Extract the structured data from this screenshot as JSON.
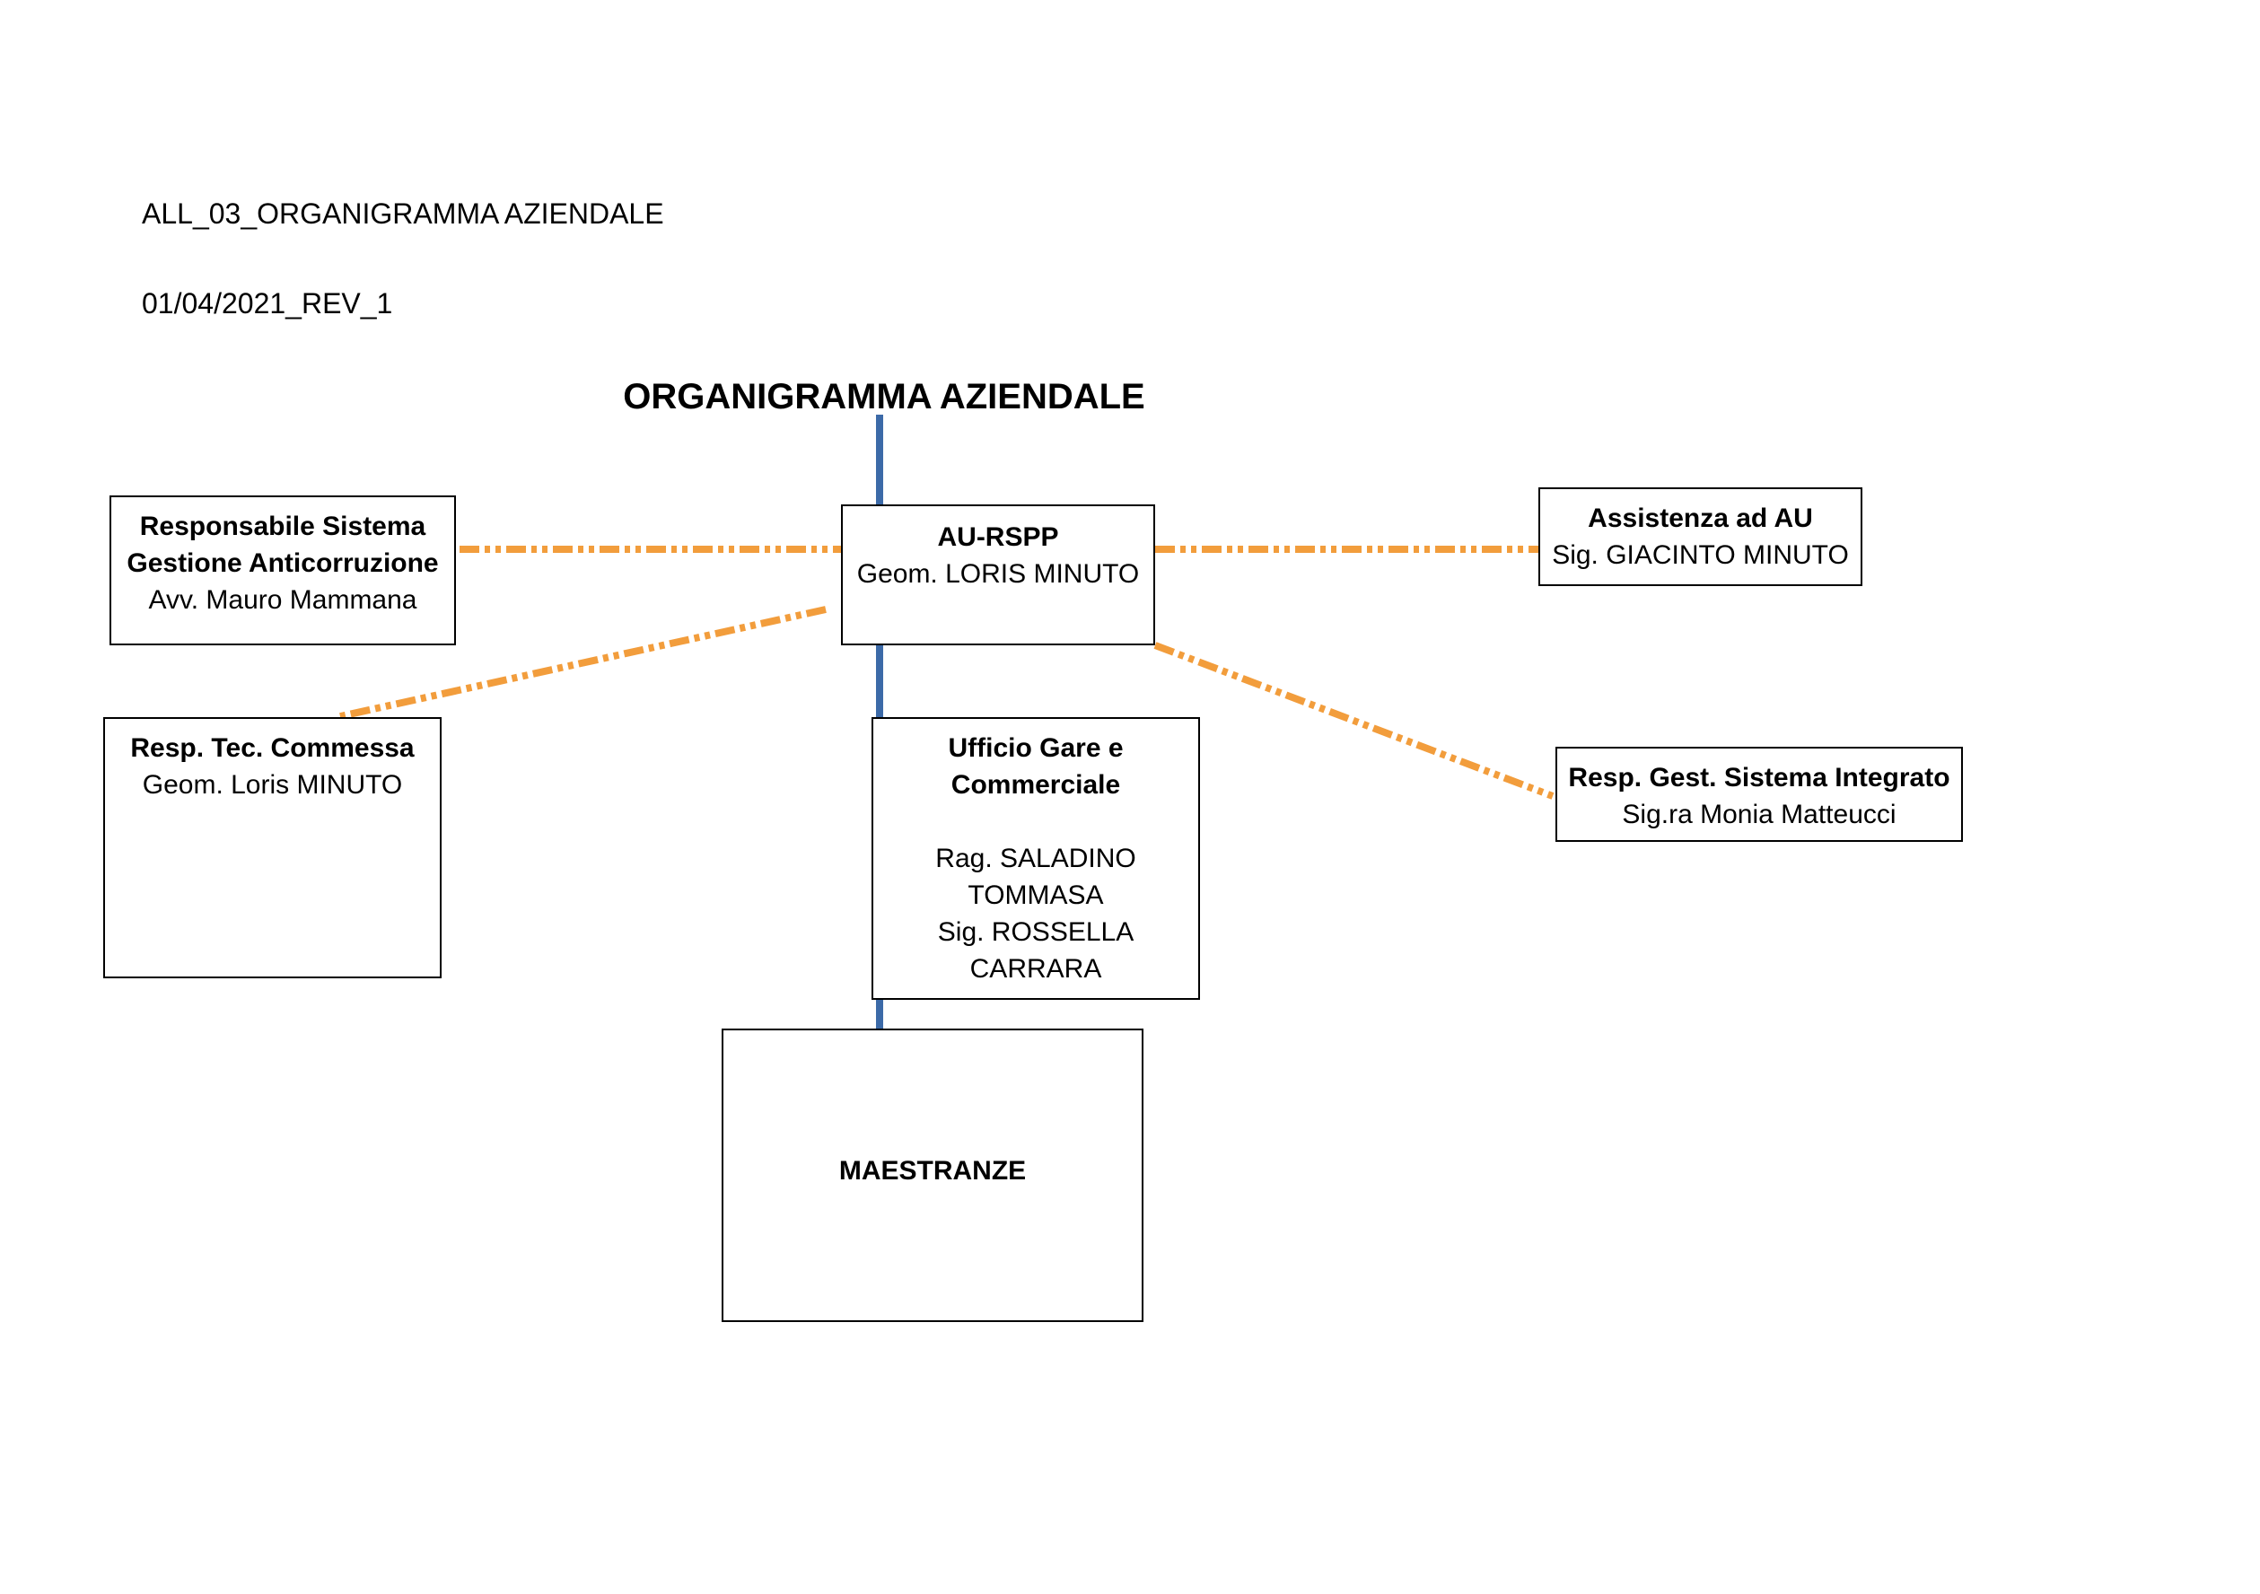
{
  "document": {
    "code": "ALL_03_ORGANIGRAMMA AZIENDALE",
    "revision": "01/04/2021_REV_1"
  },
  "title": "ORGANIGRAMMA AZIENDALE",
  "colors": {
    "hierarchy_line": "#3c6aa8",
    "staff_dashed_line": "#f29d3c",
    "box_border": "#000000"
  },
  "nodes": {
    "au_rspp": {
      "role": "AU-RSPP",
      "person": "Geom. LORIS MINUTO"
    },
    "anticorruzione": {
      "role_line1": "Responsabile Sistema",
      "role_line2": "Gestione Anticorruzione",
      "person": "Avv. Mauro Mammana"
    },
    "assistenza": {
      "role": "Assistenza ad AU",
      "person": "Sig. GIACINTO MINUTO"
    },
    "resp_tec": {
      "role": "Resp. Tec. Commessa",
      "person": "Geom. Loris MINUTO"
    },
    "ufficio_gare": {
      "role_line1": "Ufficio Gare e",
      "role_line2": "Commerciale",
      "person1_line1": "Rag. SALADINO",
      "person1_line2": "TOMMASA",
      "person2_line1": "Sig. ROSSELLA",
      "person2_line2": "CARRARA"
    },
    "resp_gest": {
      "role": "Resp. Gest. Sistema Integrato",
      "person": "Sig.ra Monia Matteucci"
    },
    "maestranze": {
      "role": "MAESTRANZE"
    }
  }
}
